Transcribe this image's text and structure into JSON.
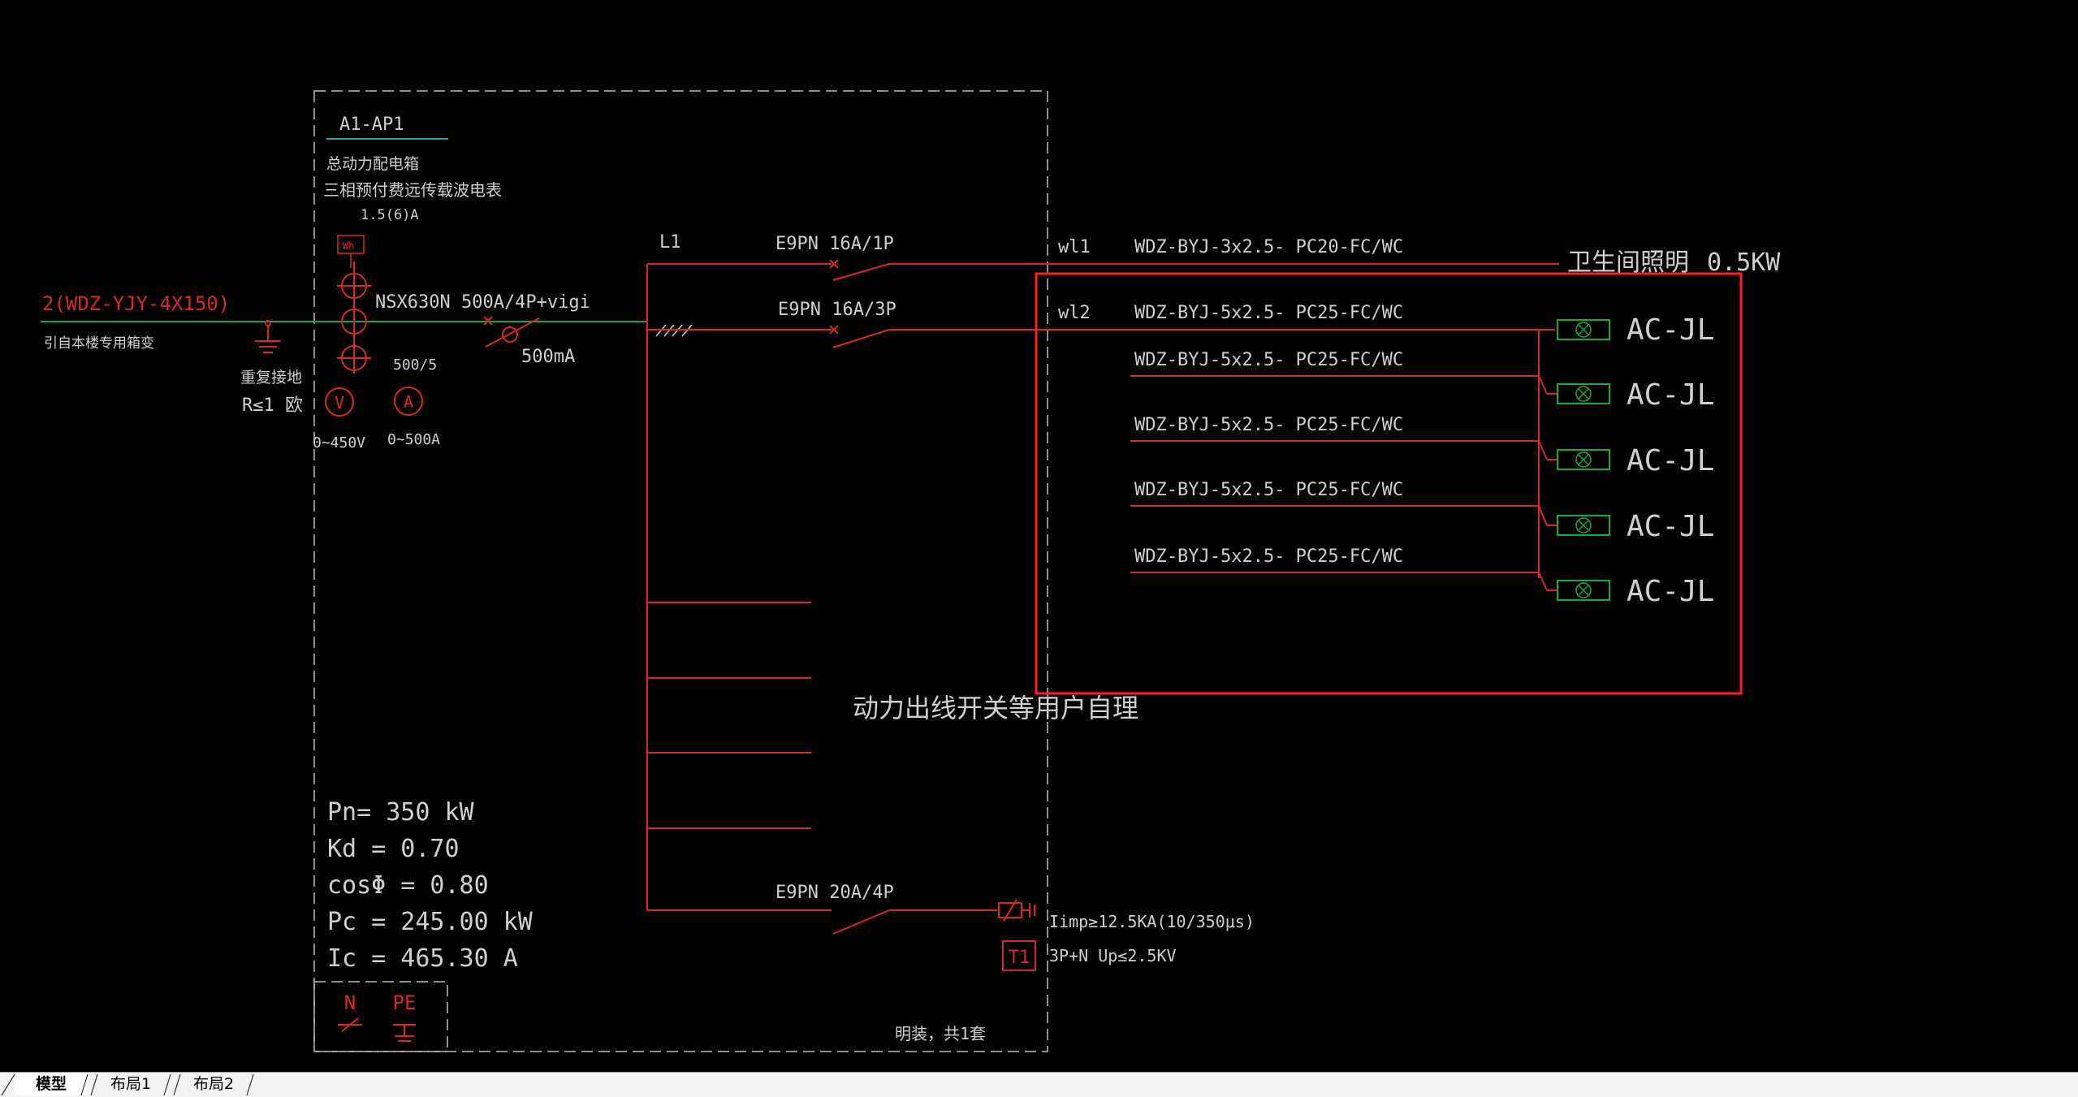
{
  "colors": {
    "background": "#000000",
    "red": "#d42a2a",
    "text": "#cfcfcf",
    "green": "#19a83c",
    "teal": "#2fa3a3",
    "highlight": "#ff2020"
  },
  "panel": {
    "name": "A1-AP1",
    "desc1": "总动力配电箱",
    "desc2": "三相预付费远传载波电表",
    "meter_rating": "1.5(6)A",
    "meter_icon_text": "Wh"
  },
  "incoming": {
    "cable": "2(WDZ-YJY-4X150)",
    "source": "引自本楼专用箱变",
    "grounding": "重复接地",
    "resistance": "R≤1  欧"
  },
  "main_breaker": {
    "label": "NSX630N 500A/4P+vigi",
    "leakage": "500mA",
    "ct_ratio": "500/5",
    "voltmeter": "V",
    "voltmeter_range": "0~450V",
    "ammeter": "A",
    "ammeter_range": "0~500A"
  },
  "bus": {
    "phase": "L1"
  },
  "circuits": [
    {
      "breaker": "E9PN  16A/1P",
      "id": "wl1",
      "cable": "WDZ-BYJ-3x2.5- PC20-FC/WC"
    },
    {
      "breaker": "E9PN  16A/3P",
      "id": "wl2",
      "cable": "WDZ-BYJ-5x2.5- PC25-FC/WC"
    }
  ],
  "branches": [
    {
      "cable": "WDZ-BYJ-5x2.5- PC25-FC/WC",
      "load": "AC-JL"
    },
    {
      "cable": "WDZ-BYJ-5x2.5- PC25-FC/WC",
      "load": "AC-JL"
    },
    {
      "cable": "WDZ-BYJ-5x2.5- PC25-FC/WC",
      "load": "AC-JL"
    },
    {
      "cable": "WDZ-BYJ-5x2.5- PC25-FC/WC",
      "load": "AC-JL"
    },
    {
      "cable": "WDZ-BYJ-5x2.5- PC25-FC/WC",
      "load": "AC-JL"
    }
  ],
  "lighting": {
    "name": "卫生间照明",
    "power": "0.5KW"
  },
  "user_note": "动力出线开关等用户自理",
  "spd": {
    "breaker": "E9PN  20A/4P",
    "spec1": "Iimp≥12.5KA(10/350μs)",
    "spec2": "3P+N  Up≤2.5KV",
    "type": "T1"
  },
  "calc": {
    "pn": "Pn= 350 kW",
    "kd": "Kd = 0.70",
    "cos": "cosΦ = 0.80",
    "pc": "Pc = 245.00 kW",
    "ic": "Ic = 465.30 A"
  },
  "terminals": {
    "n": "N",
    "pe": "PE"
  },
  "footer_note": "明装，共1套",
  "tabs": [
    {
      "label": "模型",
      "active": true
    },
    {
      "label": "布局1",
      "active": false
    },
    {
      "label": "布局2",
      "active": false
    }
  ]
}
